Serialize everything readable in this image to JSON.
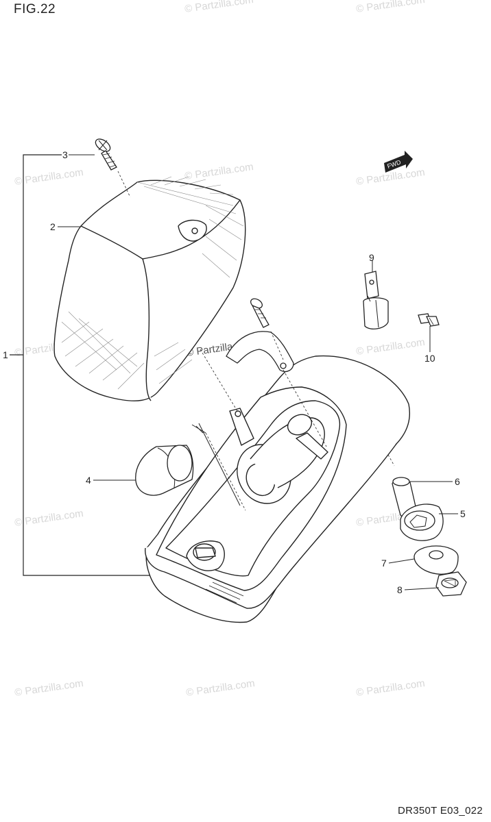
{
  "figure": {
    "title": "FIG.22",
    "code": "DR350T E03_022"
  },
  "watermark": {
    "text": "© Partzilla.com"
  },
  "direction_marker": {
    "text": "FWD"
  },
  "callouts": [
    {
      "id": "1",
      "label": "1"
    },
    {
      "id": "2",
      "label": "2"
    },
    {
      "id": "3",
      "label": "3"
    },
    {
      "id": "4",
      "label": "4"
    },
    {
      "id": "5",
      "label": "5"
    },
    {
      "id": "6",
      "label": "6"
    },
    {
      "id": "7",
      "label": "7"
    },
    {
      "id": "8",
      "label": "8"
    },
    {
      "id": "9",
      "label": "9"
    },
    {
      "id": "10",
      "label": "10"
    }
  ]
}
